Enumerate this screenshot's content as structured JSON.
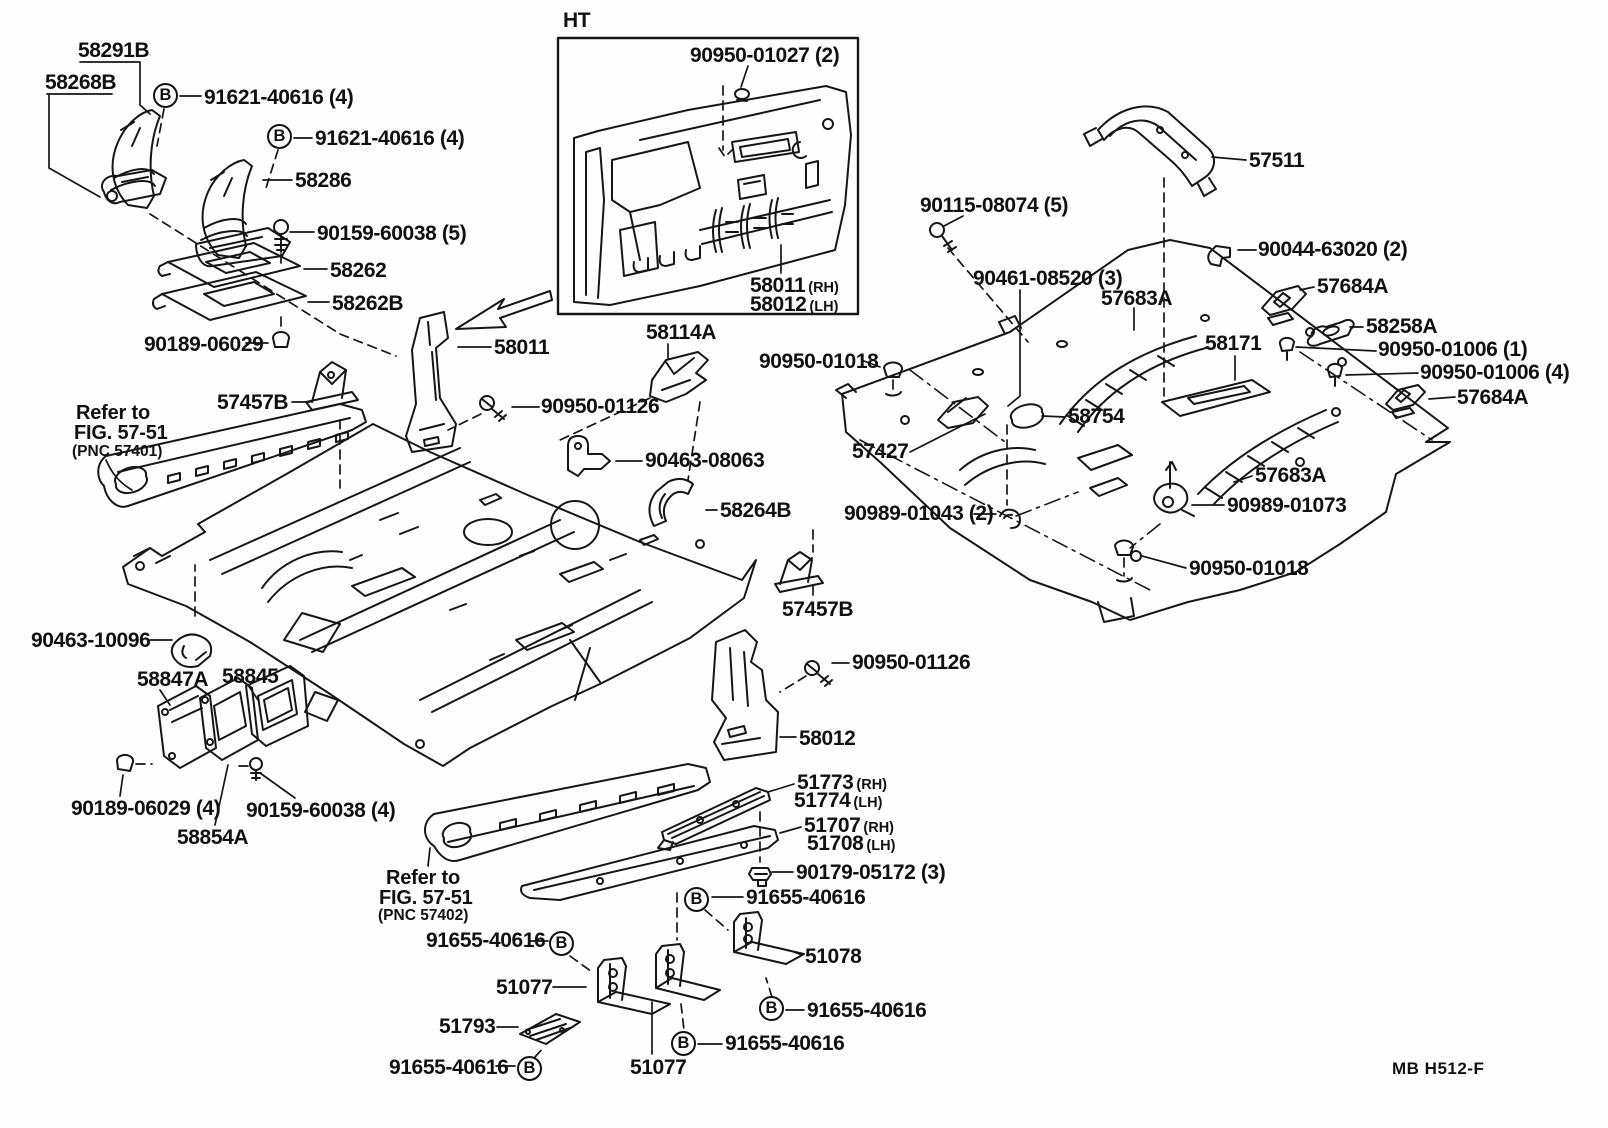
{
  "page": {
    "footer_code": "MB H512-F",
    "inset_tag": "HT"
  },
  "sym": {
    "b": "B"
  },
  "labels": [
    {
      "t": "58291B"
    },
    {
      "t": "58268B"
    },
    {
      "t": "91621-40616 (4)"
    },
    {
      "t": "91621-40616 (4)"
    },
    {
      "t": "58286"
    },
    {
      "t": "90159-60038 (5)"
    },
    {
      "t": "58262"
    },
    {
      "t": "58262B"
    },
    {
      "t": "90189-06029"
    },
    {
      "t": "Refer to"
    },
    {
      "t": "FIG. 57-51"
    },
    {
      "t": "(PNC 57401)"
    },
    {
      "t": "57457B"
    },
    {
      "t": "58011"
    },
    {
      "t": "90950-01126"
    },
    {
      "t": "58114A"
    },
    {
      "t": "90463-08063"
    },
    {
      "t": "58264B"
    },
    {
      "t": "57457B"
    },
    {
      "t": "90950-01126"
    },
    {
      "t": "58012"
    },
    {
      "t": "90463-10096"
    },
    {
      "t": "58847A"
    },
    {
      "t": "58845"
    },
    {
      "t": "90189-06029 (4)"
    },
    {
      "t": "90159-60038 (4)"
    },
    {
      "t": "58854A"
    },
    {
      "t": "51773",
      "s": "(RH)"
    },
    {
      "t": "51774",
      "s": "(LH)"
    },
    {
      "t": "51707",
      "s": "(RH)"
    },
    {
      "t": "51708",
      "s": "(LH)"
    },
    {
      "t": "90179-05172 (3)"
    },
    {
      "t": "91655-40616"
    },
    {
      "t": "Refer to"
    },
    {
      "t": "FIG. 57-51"
    },
    {
      "t": "(PNC 57402)"
    },
    {
      "t": "91655-40616"
    },
    {
      "t": "51077"
    },
    {
      "t": "51078"
    },
    {
      "t": "91655-40616"
    },
    {
      "t": "51793"
    },
    {
      "t": "91655-40616"
    },
    {
      "t": "91655-40616"
    },
    {
      "t": "51077"
    },
    {
      "t": "HT"
    },
    {
      "t": "90950-01027 (2)"
    },
    {
      "t": "58011",
      "s": "(RH)"
    },
    {
      "t": "58012",
      "s": "(LH)"
    },
    {
      "t": "57511"
    },
    {
      "t": "90115-08074 (5)"
    },
    {
      "t": "90044-63020 (2)"
    },
    {
      "t": "57684A"
    },
    {
      "t": "90461-08520 (3)"
    },
    {
      "t": "57683A"
    },
    {
      "t": "58258A"
    },
    {
      "t": "58171"
    },
    {
      "t": "90950-01006 (1)"
    },
    {
      "t": "90950-01006 (4)"
    },
    {
      "t": "57684A"
    },
    {
      "t": "90950-01018"
    },
    {
      "t": "58754"
    },
    {
      "t": "57427"
    },
    {
      "t": "90989-01043 (2)"
    },
    {
      "t": "57683A"
    },
    {
      "t": "90989-01073"
    },
    {
      "t": "90950-01018"
    },
    {
      "t": "MB H512-F"
    }
  ]
}
